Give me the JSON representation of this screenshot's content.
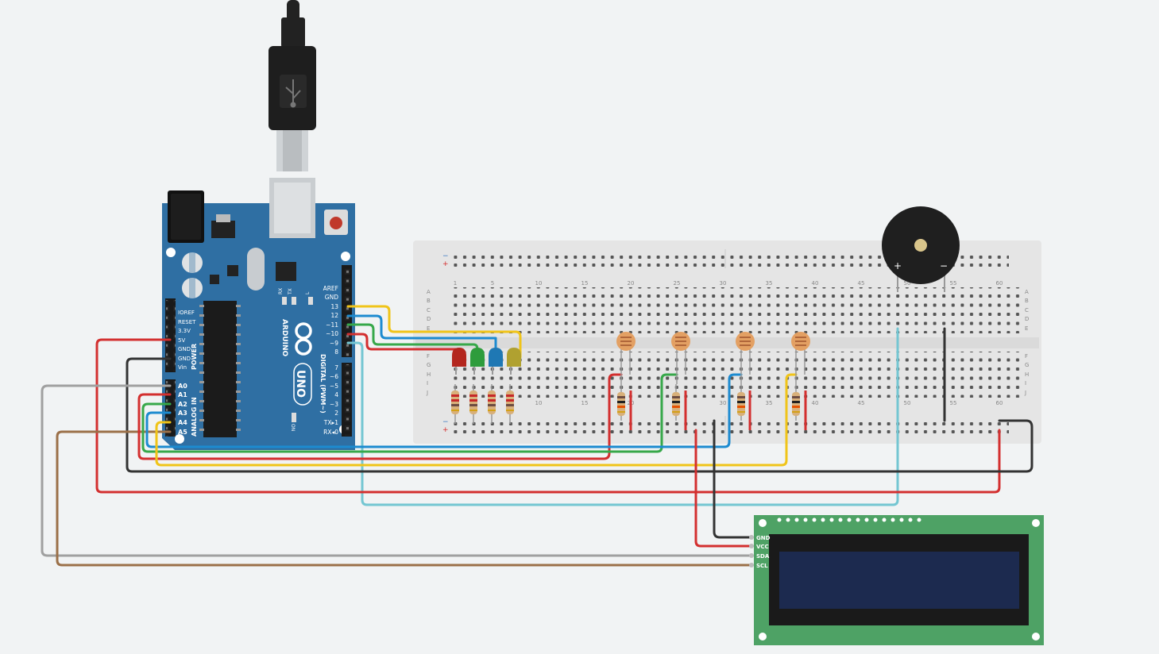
{
  "arduino": {
    "brand": "ARDUINO",
    "model": "UNO",
    "label_on": "ON",
    "label_l": "L",
    "label_tx": "TX",
    "label_rx": "RX",
    "digital_label": "DIGITAL (PWM~)",
    "power_label": "POWER",
    "analog_label": "ANALOG IN",
    "power_pins": [
      "IOREF",
      "RESET",
      "3.3V",
      "5V",
      "GND",
      "GND",
      "Vin"
    ],
    "analog_pins": [
      "A0",
      "A1",
      "A2",
      "A3",
      "A4",
      "A5"
    ],
    "digital_pins_top": [
      "AREF",
      "GND",
      "13",
      "12",
      "~11",
      "~10",
      "~9",
      "8"
    ],
    "digital_pins_bottom": [
      "7",
      "~6",
      "~5",
      "4",
      "~3",
      "2",
      "TX▸1",
      "RX◂0"
    ]
  },
  "breadboard": {
    "row_letters_top": [
      "A",
      "B",
      "C",
      "D",
      "E"
    ],
    "row_letters_bottom": [
      "F",
      "G",
      "H",
      "I",
      "J"
    ],
    "column_numbers": [
      "1",
      "5",
      "10",
      "15",
      "20",
      "25",
      "30",
      "35",
      "40",
      "45",
      "50",
      "55",
      "60"
    ],
    "rail_minus": "−",
    "rail_plus": "+"
  },
  "buzzer": {
    "plus": "+",
    "minus": "−"
  },
  "lcd": {
    "pins": [
      "GND",
      "VCC",
      "SDA",
      "SCL"
    ]
  },
  "colors": {
    "board_blue": "#2f6fa3",
    "lcd_green": "#4ea265",
    "lcd_screen": "#1c2a4f",
    "wire_red": "#d32f2f",
    "wire_black": "#333333",
    "wire_yellow": "#f0c419",
    "wire_blue": "#1d8bd0",
    "wire_green": "#37a84a",
    "wire_gray": "#a0a0a0",
    "wire_brown": "#9b7049",
    "wire_cyan": "#74c6d2"
  }
}
